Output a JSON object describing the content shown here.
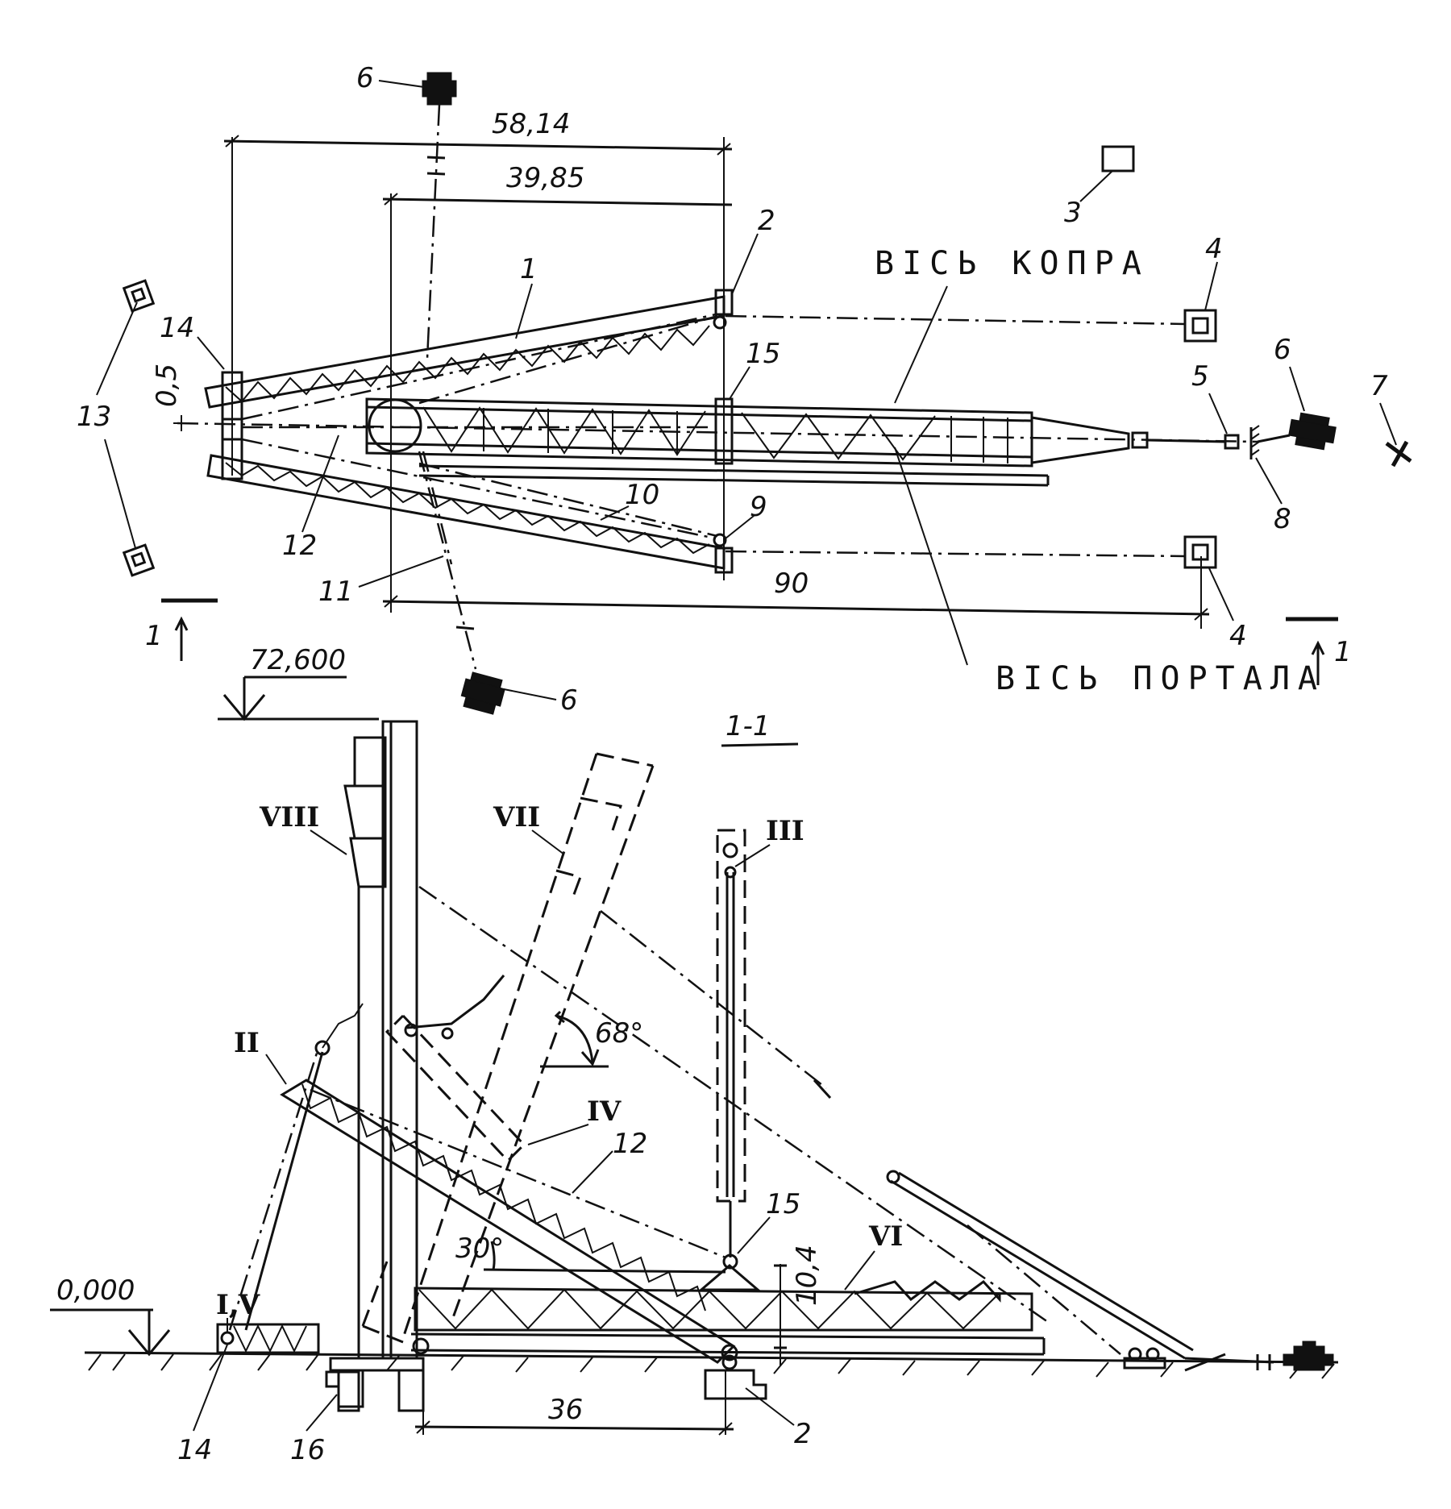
{
  "plan": {
    "dim_total": "58,14",
    "dim_mid": "39,85",
    "dim_long": "90",
    "dim_offset": "0,5",
    "axis_kopra": "ВІСЬ КОПРА",
    "axis_portala": "ВІСЬ ПОРТАЛА",
    "section_mark": "1"
  },
  "section": {
    "title": "1-1",
    "elev_top": "72,600",
    "elev_zero": "0,000",
    "angle_68": "68°",
    "angle_30": "30°",
    "dim_10_4": "10,4",
    "dim_36": "36",
    "positions": {
      "I_V": "I,V",
      "II": "II",
      "III": "III",
      "IV": "IV",
      "VI": "VI",
      "VII": "VII",
      "VIII": "VIII"
    }
  },
  "callouts": {
    "n1": "1",
    "n2": "2",
    "n3": "3",
    "n4": "4",
    "n5": "5",
    "n6": "6",
    "n7": "7",
    "n8": "8",
    "n9": "9",
    "n10": "10",
    "n11": "11",
    "n12": "12",
    "n13": "13",
    "n14": "14",
    "n15": "15",
    "n16": "16"
  }
}
